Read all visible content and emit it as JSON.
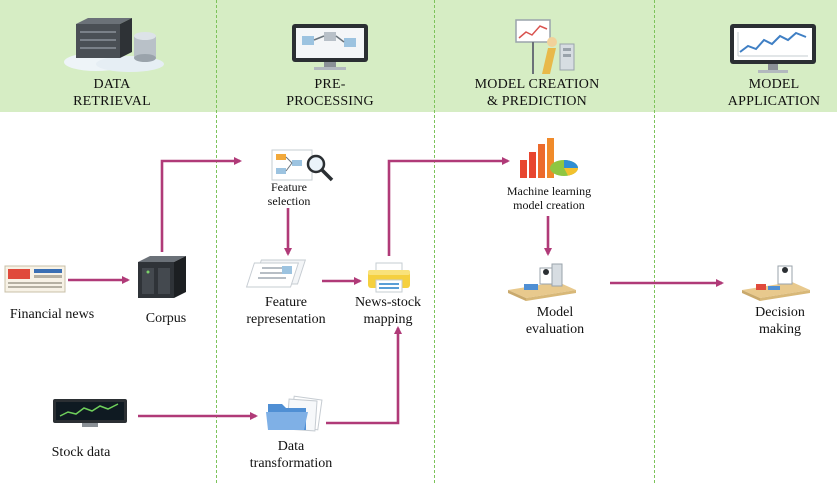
{
  "colors": {
    "header_band": "#d6edc4",
    "divider": "#7cc35a",
    "arrow": "#b03a78"
  },
  "stages": [
    {
      "label": "DATA\nRETRIEVAL",
      "icon": "database-server-icon"
    },
    {
      "label": "PRE-\nPROCESSING",
      "icon": "monitor-workflow-icon"
    },
    {
      "label": "MODEL CREATION\n& PREDICTION",
      "icon": "presentation-chart-icon"
    },
    {
      "label": "MODEL\nAPPLICATION",
      "icon": "monitor-line-chart-icon"
    }
  ],
  "nodes": {
    "financial_news": {
      "label": "Financial news",
      "icon": "newspaper-icon"
    },
    "corpus": {
      "label": "Corpus",
      "icon": "server-tower-icon"
    },
    "stock_data": {
      "label": "Stock data",
      "icon": "stock-monitor-icon"
    },
    "feature_selection": {
      "label": "Feature\nselection",
      "icon": "magnifier-flowchart-icon"
    },
    "feature_representation": {
      "label": "Feature\nrepresentation",
      "icon": "documents-stack-icon"
    },
    "news_stock_mapping": {
      "label": "News-stock\nmapping",
      "icon": "printer-icon"
    },
    "data_transformation": {
      "label": "Data\ntransformation",
      "icon": "folder-files-icon"
    },
    "ml_model_creation": {
      "label": "Machine learning\nmodel creation",
      "icon": "bar-pie-chart-icon"
    },
    "model_evaluation": {
      "label": "Model\nevaluation",
      "icon": "evaluation-desk-icon"
    },
    "decision_making": {
      "label": "Decision\nmaking",
      "icon": "decision-desk-icon"
    }
  }
}
